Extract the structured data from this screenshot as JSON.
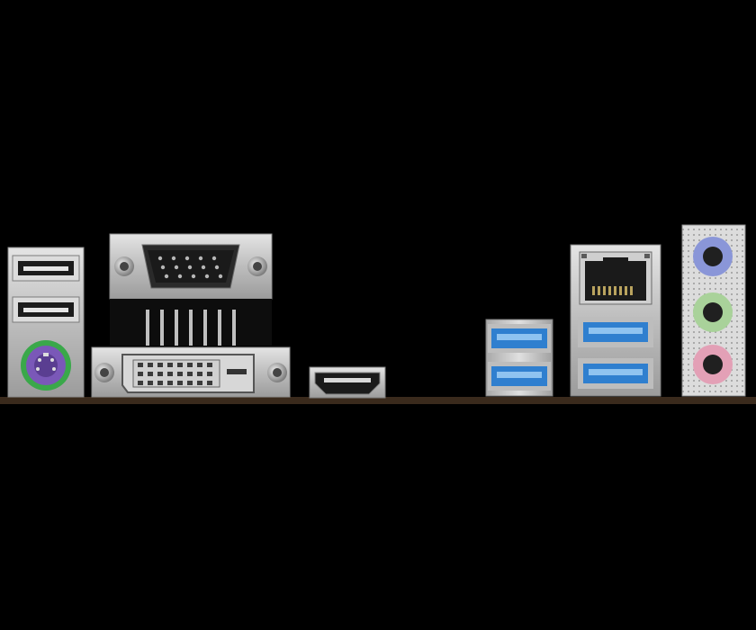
{
  "scene": {
    "background": "#000000",
    "pcb_edge_color": "#3a2a1c",
    "metal_shield_color": "#c9c9c9",
    "usb2_insert_color": "#1c1c1c",
    "usb3_insert_color": "#2f7fcf",
    "ps2_port_color": "#7a58b8",
    "ps2_ring_color": "#3aa84a",
    "audio_line_in_color": "#8a96d8",
    "audio_line_out_color": "#a9d29a",
    "audio_mic_color": "#e3a0b6"
  },
  "ports": [
    {
      "name": "usb2-port-top",
      "icon": "usb2-icon"
    },
    {
      "name": "usb2-port-bottom",
      "icon": "usb2-icon"
    },
    {
      "name": "ps2-keyboard-mouse-port",
      "icon": "ps2-icon"
    },
    {
      "name": "vga-d-sub-port",
      "icon": "vga-icon"
    },
    {
      "name": "dvi-d-port",
      "icon": "dvi-icon"
    },
    {
      "name": "hdmi-port",
      "icon": "hdmi-icon"
    },
    {
      "name": "usb3-port-left-top",
      "icon": "usb3-icon"
    },
    {
      "name": "usb3-port-left-bottom",
      "icon": "usb3-icon"
    },
    {
      "name": "rj45-lan-port",
      "icon": "ethernet-icon"
    },
    {
      "name": "usb3-port-right-top",
      "icon": "usb3-icon"
    },
    {
      "name": "usb3-port-right-bottom",
      "icon": "usb3-icon"
    },
    {
      "name": "audio-line-in-jack",
      "icon": "audio-jack-icon"
    },
    {
      "name": "audio-line-out-jack",
      "icon": "audio-jack-icon"
    },
    {
      "name": "audio-mic-jack",
      "icon": "audio-jack-icon"
    }
  ]
}
